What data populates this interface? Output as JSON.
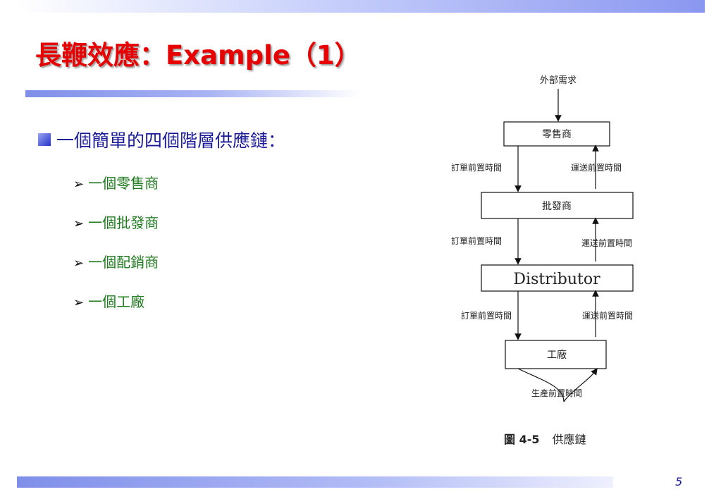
{
  "slide": {
    "title": "長鞭效應：Example（1）",
    "main_bullet": "一個簡單的四個階層供應鏈：",
    "sub_items": [
      "一個零售商",
      "一個批發商",
      "一個配銷商",
      "一個工廠"
    ],
    "page_number": "5"
  },
  "figure": {
    "demand_label": "外部需求",
    "nodes": [
      "零售商",
      "批發商",
      "Distributor",
      "工廠"
    ],
    "order_label": "訂單前置時間",
    "ship_label": "運送前置時間",
    "production_label": "生產前置時間",
    "caption_num": "圖 4-5",
    "caption_text": "供應鏈"
  },
  "colors": {
    "title": "#e60000",
    "main_bullet": "#1a1a99",
    "sub_items": "#1f7a1f",
    "bar": "#8a97f0"
  }
}
